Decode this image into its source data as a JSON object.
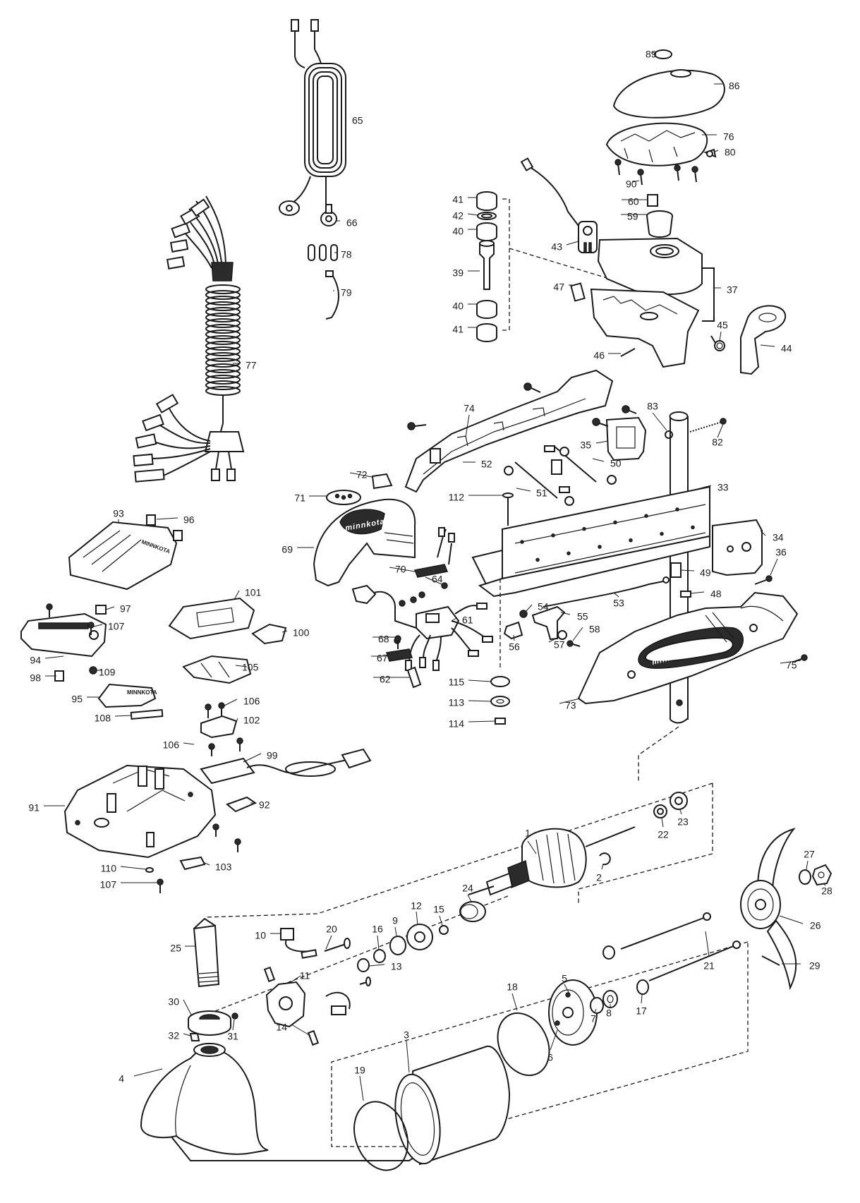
{
  "diagram": {
    "brand_labels": [
      "minnkota",
      "minnkota",
      "MINNKOTA"
    ],
    "callouts": [
      {
        "id": "1",
        "label": "1"
      },
      {
        "id": "2",
        "label": "2"
      },
      {
        "id": "3",
        "label": "3"
      },
      {
        "id": "4",
        "label": "4"
      },
      {
        "id": "5",
        "label": "5"
      },
      {
        "id": "6",
        "label": "6"
      },
      {
        "id": "7",
        "label": "7"
      },
      {
        "id": "8",
        "label": "8"
      },
      {
        "id": "9",
        "label": "9"
      },
      {
        "id": "10",
        "label": "10"
      },
      {
        "id": "11",
        "label": "11"
      },
      {
        "id": "12",
        "label": "12"
      },
      {
        "id": "13",
        "label": "13"
      },
      {
        "id": "14",
        "label": "14"
      },
      {
        "id": "15",
        "label": "15"
      },
      {
        "id": "16",
        "label": "16"
      },
      {
        "id": "17",
        "label": "17"
      },
      {
        "id": "18",
        "label": "18"
      },
      {
        "id": "19",
        "label": "19"
      },
      {
        "id": "20",
        "label": "20"
      },
      {
        "id": "21",
        "label": "21"
      },
      {
        "id": "22",
        "label": "22"
      },
      {
        "id": "23",
        "label": "23"
      },
      {
        "id": "24",
        "label": "24"
      },
      {
        "id": "25",
        "label": "25"
      },
      {
        "id": "26",
        "label": "26"
      },
      {
        "id": "27",
        "label": "27"
      },
      {
        "id": "28",
        "label": "28"
      },
      {
        "id": "29",
        "label": "29"
      },
      {
        "id": "30",
        "label": "30"
      },
      {
        "id": "31",
        "label": "31"
      },
      {
        "id": "32",
        "label": "32"
      },
      {
        "id": "33",
        "label": "33"
      },
      {
        "id": "34",
        "label": "34"
      },
      {
        "id": "35",
        "label": "35"
      },
      {
        "id": "36",
        "label": "36"
      },
      {
        "id": "37",
        "label": "37"
      },
      {
        "id": "39",
        "label": "39"
      },
      {
        "id": "40a",
        "label": "40"
      },
      {
        "id": "40b",
        "label": "40"
      },
      {
        "id": "41a",
        "label": "41"
      },
      {
        "id": "41b",
        "label": "41"
      },
      {
        "id": "42",
        "label": "42"
      },
      {
        "id": "43",
        "label": "43"
      },
      {
        "id": "44",
        "label": "44"
      },
      {
        "id": "45",
        "label": "45"
      },
      {
        "id": "46",
        "label": "46"
      },
      {
        "id": "47",
        "label": "47"
      },
      {
        "id": "48",
        "label": "48"
      },
      {
        "id": "49",
        "label": "49"
      },
      {
        "id": "50",
        "label": "50"
      },
      {
        "id": "51",
        "label": "51"
      },
      {
        "id": "52",
        "label": "52"
      },
      {
        "id": "53",
        "label": "53"
      },
      {
        "id": "54",
        "label": "54"
      },
      {
        "id": "55",
        "label": "55"
      },
      {
        "id": "56",
        "label": "56"
      },
      {
        "id": "57",
        "label": "57"
      },
      {
        "id": "58",
        "label": "58"
      },
      {
        "id": "59",
        "label": "59"
      },
      {
        "id": "60",
        "label": "60"
      },
      {
        "id": "61",
        "label": "61"
      },
      {
        "id": "62",
        "label": "62"
      },
      {
        "id": "64",
        "label": "64"
      },
      {
        "id": "65",
        "label": "65"
      },
      {
        "id": "66",
        "label": "66"
      },
      {
        "id": "67",
        "label": "67"
      },
      {
        "id": "68",
        "label": "68"
      },
      {
        "id": "69",
        "label": "69"
      },
      {
        "id": "70",
        "label": "70"
      },
      {
        "id": "71",
        "label": "71"
      },
      {
        "id": "72",
        "label": "72"
      },
      {
        "id": "73",
        "label": "73"
      },
      {
        "id": "74",
        "label": "74"
      },
      {
        "id": "75",
        "label": "75"
      },
      {
        "id": "76",
        "label": "76"
      },
      {
        "id": "77",
        "label": "77"
      },
      {
        "id": "78",
        "label": "78"
      },
      {
        "id": "79",
        "label": "79"
      },
      {
        "id": "80",
        "label": "80"
      },
      {
        "id": "82",
        "label": "82"
      },
      {
        "id": "83",
        "label": "83"
      },
      {
        "id": "86",
        "label": "86"
      },
      {
        "id": "89",
        "label": "89"
      },
      {
        "id": "90",
        "label": "90"
      },
      {
        "id": "91",
        "label": "91"
      },
      {
        "id": "92",
        "label": "92"
      },
      {
        "id": "93",
        "label": "93"
      },
      {
        "id": "94",
        "label": "94"
      },
      {
        "id": "95",
        "label": "95"
      },
      {
        "id": "96",
        "label": "96"
      },
      {
        "id": "97",
        "label": "97"
      },
      {
        "id": "98",
        "label": "98"
      },
      {
        "id": "99",
        "label": "99"
      },
      {
        "id": "100",
        "label": "100"
      },
      {
        "id": "101",
        "label": "101"
      },
      {
        "id": "102",
        "label": "102"
      },
      {
        "id": "103",
        "label": "103"
      },
      {
        "id": "105",
        "label": "105"
      },
      {
        "id": "106a",
        "label": "106"
      },
      {
        "id": "106b",
        "label": "106"
      },
      {
        "id": "107a",
        "label": "107"
      },
      {
        "id": "107b",
        "label": "107"
      },
      {
        "id": "108",
        "label": "108"
      },
      {
        "id": "109",
        "label": "109"
      },
      {
        "id": "110",
        "label": "110"
      },
      {
        "id": "112",
        "label": "112"
      },
      {
        "id": "113",
        "label": "113"
      },
      {
        "id": "114",
        "label": "114"
      },
      {
        "id": "115",
        "label": "115"
      }
    ]
  }
}
